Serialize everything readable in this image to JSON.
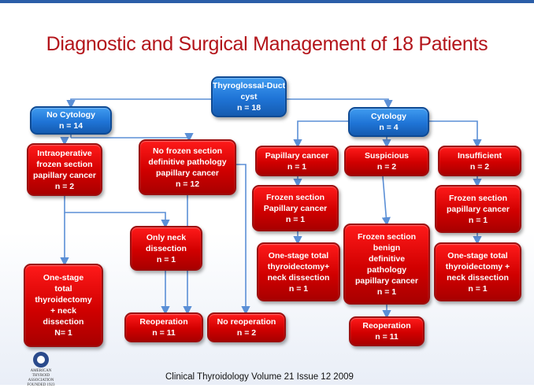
{
  "title": "Diagnostic and Surgical Management of 18 Patients",
  "footer": "Clinical Thyroidology Volume 21 Issue 12 2009",
  "logo": {
    "text": [
      "AMERICAN",
      "THYROID",
      "ASSOCIATION",
      "FOUNDED 1923"
    ]
  },
  "colors": {
    "title": "#b3141a",
    "red_box": "#d10000",
    "blue_box": "#1f74d6",
    "arrow": "#5b8fd6"
  },
  "nodes": {
    "root": [
      "Thyroglossal-Duct",
      "cyst",
      "n = 18"
    ],
    "no_cytology": [
      "No Cytology",
      "n = 14"
    ],
    "cytology": [
      "Cytology",
      "n = 4"
    ],
    "intraop_frozen": [
      "Intraoperative",
      "frozen section",
      "papillary cancer",
      "n = 2"
    ],
    "no_frozen": [
      "No frozen section",
      "definitive pathology",
      "papillary cancer",
      "n = 12"
    ],
    "papillary": [
      "Papillary cancer",
      "n = 1"
    ],
    "suspicious": [
      "Suspicious",
      "n = 2"
    ],
    "insufficient": [
      "Insufficient",
      "n = 2"
    ],
    "frozen_papillary": [
      "Frozen section",
      "Papillary cancer",
      "n = 1"
    ],
    "frozen_benign": [
      "Frozen section",
      "benign",
      "definitive",
      "pathology",
      "papillary cancer",
      "n = 1"
    ],
    "frozen_papillary_lower": [
      "Frozen section",
      "papillary cancer",
      "n = 1"
    ],
    "only_neck": [
      "Only neck",
      "dissection",
      "n = 1"
    ],
    "one_stage_left": [
      "One-stage",
      "total",
      "thyroidectomy",
      "+ neck",
      "dissection",
      "N= 1"
    ],
    "one_stage_mid": [
      "One-stage total",
      "thyroidectomy+",
      "neck dissection",
      "n = 1"
    ],
    "one_stage_right": [
      "One-stage total",
      "thyroidectomy +",
      "neck dissection",
      "n = 1"
    ],
    "reoperation_left": [
      "Reoperation",
      "n = 11"
    ],
    "no_reoperation": [
      "No reoperation",
      "n = 2"
    ],
    "reoperation_right": [
      "Reoperation",
      "n = 11"
    ]
  }
}
